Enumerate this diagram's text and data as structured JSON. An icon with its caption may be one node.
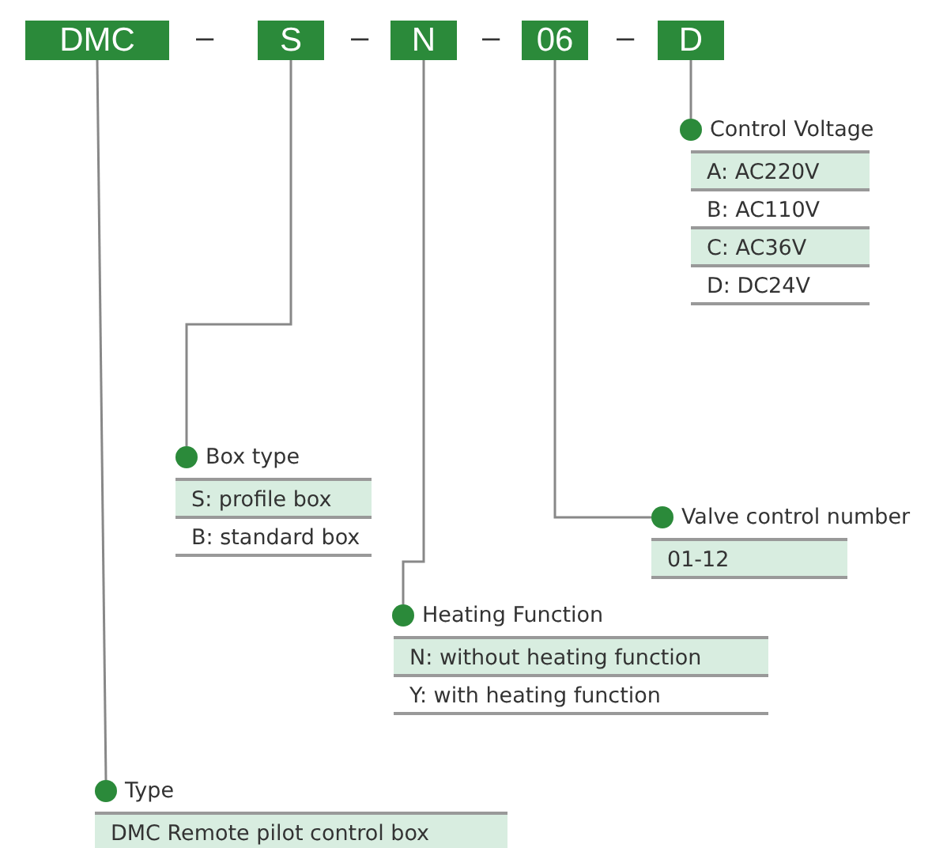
{
  "diagram": {
    "nodes": [
      {
        "text": [
          "DMC"
        ]
      },
      {
        "text": [
          "S"
        ]
      },
      {
        "text": [
          "N"
        ]
      },
      {
        "text": [
          "06"
        ]
      },
      {
        "text": [
          "D"
        ]
      },
      {
        "text": [
          "Control Voltage",
          "A: AC220V",
          "B: AC110V",
          "C: AC36V",
          "D: DC24V"
        ]
      },
      {
        "text": [
          "Box type",
          "S: profile box",
          "B: standard box"
        ]
      },
      {
        "text": [
          "Valve control number",
          "01-12"
        ]
      },
      {
        "text": [
          "Heating Function",
          "N: without heating function",
          "Y: with heating function"
        ]
      },
      {
        "text": [
          "Type",
          "DMC Remote pilot control box"
        ]
      }
    ],
    "edges": [
      {
        "from": 0,
        "to": 9,
        "arrow": "none"
      },
      {
        "from": 1,
        "to": 6,
        "arrow": "none"
      },
      {
        "from": 2,
        "to": 8,
        "arrow": "none"
      },
      {
        "from": 3,
        "to": 7,
        "arrow": "none"
      },
      {
        "from": 4,
        "to": 5,
        "arrow": "none"
      }
    ],
    "labels": [
      "–",
      "–",
      "–",
      "–"
    ]
  }
}
